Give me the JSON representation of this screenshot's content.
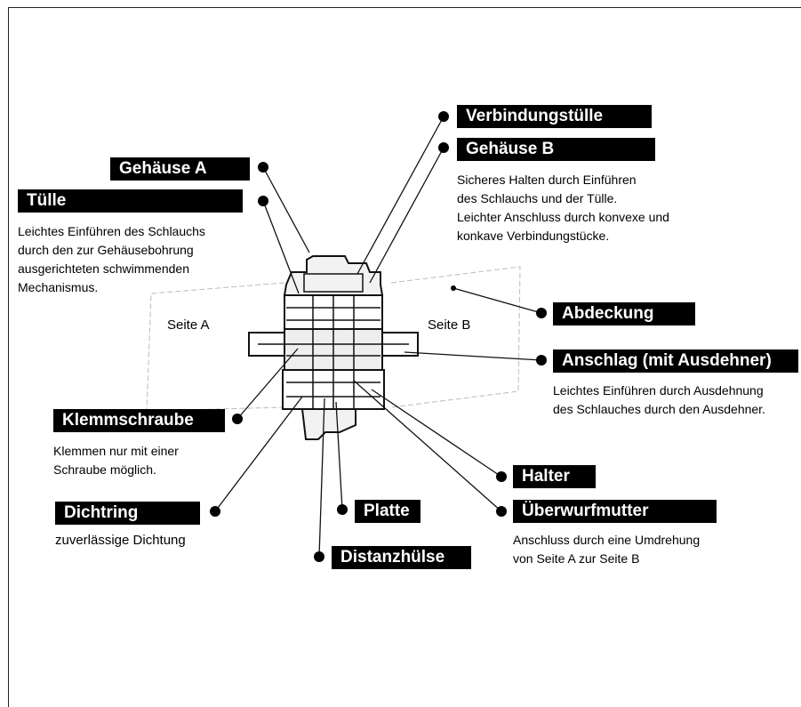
{
  "sides": {
    "a": "Seite A",
    "b": "Seite B"
  },
  "labels": {
    "verbindungstuelle": "Verbindungstülle",
    "gehaeuse_b": "Gehäuse B",
    "gehaeuse_a": "Gehäuse A",
    "tuelle": "Tülle",
    "abdeckung": "Abdeckung",
    "anschlag": "Anschlag (mit Ausdehner)",
    "klemmschraube": "Klemmschraube",
    "halter": "Halter",
    "dichtring": "Dichtring",
    "platte": "Platte",
    "ueberwurfmutter": "Überwurfmutter",
    "distanzhuelse": "Distanzhülse"
  },
  "descriptions": {
    "gehaeuse_b": [
      "Sicheres Halten durch Einführen",
      "des Schlauchs und der Tülle.",
      "Leichter Anschluss durch konvexe und",
      "konkave Verbindungstücke."
    ],
    "tuelle": [
      "Leichtes Einführen des Schlauchs",
      "durch den zur Gehäusebohrung",
      "ausgerichteten schwimmenden",
      "Mechanismus."
    ],
    "anschlag": [
      "Leichtes Einführen durch Ausdehnung",
      "des Schlauches durch den Ausdehner."
    ],
    "klemmschraube": [
      "Klemmen nur mit einer",
      "Schraube möglich."
    ],
    "dichtring": [
      "zuverlässige Dichtung"
    ],
    "ueberwurfmutter": [
      "Anschluss durch eine Umdrehung",
      "von Seite A zur Seite B"
    ]
  }
}
